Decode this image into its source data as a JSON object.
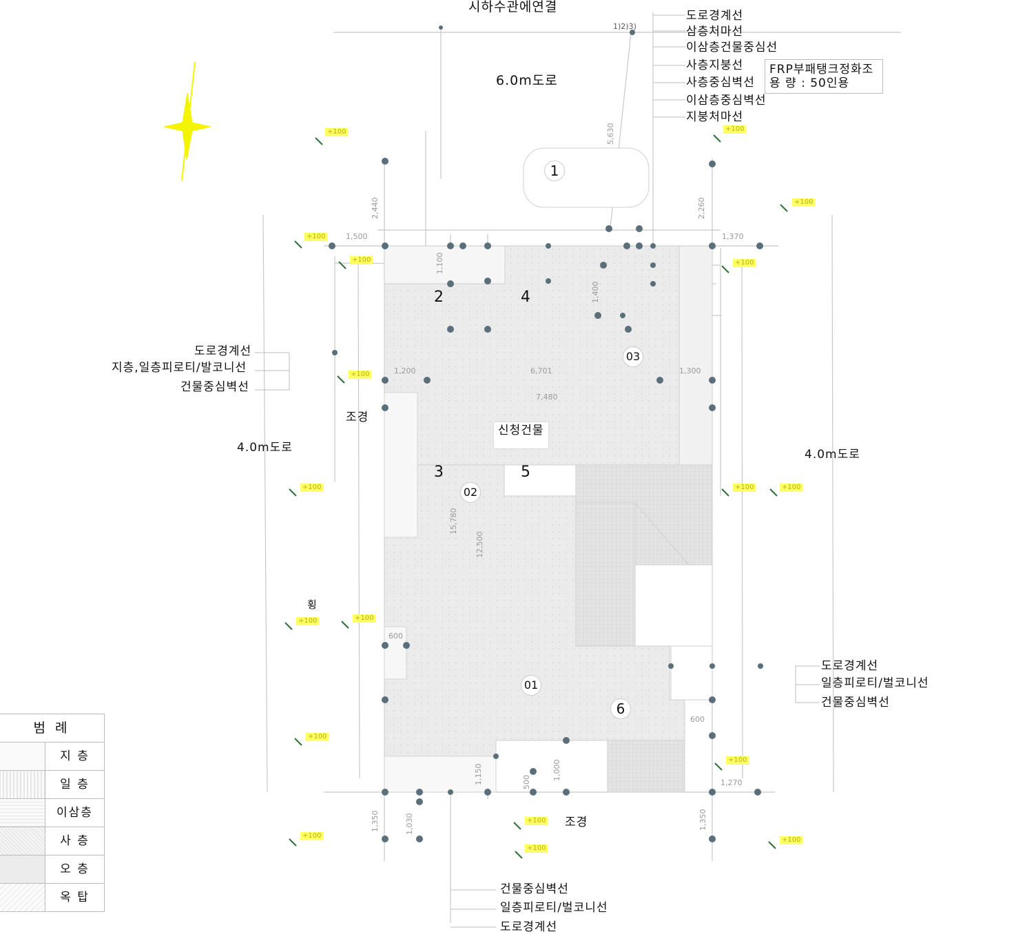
{
  "top_labels": {
    "sewer": "시하수관에연결",
    "road_6m": "6.0m도로",
    "ref_numbers": "1)2)3)"
  },
  "right_top_labels": [
    "도로경계선",
    "삼층처마선",
    "이삼층건물중심선",
    "사층지붕선",
    "사층중심벽선",
    "이삼층중심벽선",
    "지붕처마선"
  ],
  "tank": {
    "line1": "FRP부패탱크정화조",
    "line2": "용 량 : 50인용"
  },
  "left_labels": [
    "도로경계선",
    "지층,일층피로티/발코니선",
    "건물중심벽선"
  ],
  "right_bottom_labels": [
    "도로경계선",
    "일층피로티/벌코니선",
    "건물중심벽선"
  ],
  "bottom_labels": [
    "건물중심벽선",
    "일층피로티/벌코니선",
    "도로경계선"
  ],
  "plan": {
    "road_4m_left": "4.0m도로",
    "road_4m_right": "4.0m도로",
    "landscape_left": "조경",
    "landscape_bottom": "조경",
    "applied_building": "신청건물",
    "inlet": "횡",
    "zones": [
      "1",
      "2",
      "3",
      "4",
      "5",
      "6"
    ],
    "subzones": [
      "01",
      "02",
      "03"
    ]
  },
  "dimensions": {
    "d1": "1,500",
    "d2": "1,370",
    "d3": "1,200",
    "d4": "6,701",
    "d5": "1,300",
    "d6": "7,480",
    "d7": "600",
    "d8": "600",
    "d9": "1,270",
    "v1": "2,440",
    "v2": "5,630",
    "v3": "2,260",
    "v4": "1,350",
    "v5": "1,030",
    "v6": "1,350",
    "v7": "1,150",
    "v8": "1,000",
    "v9": "500",
    "v10": "12,500",
    "v11": "15,780",
    "v12": "1,100",
    "v13": "1,400"
  },
  "yellow_tags": {
    "t": "+100"
  },
  "legend": {
    "title": "범 례",
    "rows": [
      "지 층",
      "일 층",
      "이삼층",
      "사 층",
      "오 층",
      "옥 탑"
    ]
  },
  "colors": {
    "line": "#c8c8c8",
    "dot": "#5a6f7a",
    "yellow": "#f4f400",
    "fill": "#e8e8e8"
  }
}
